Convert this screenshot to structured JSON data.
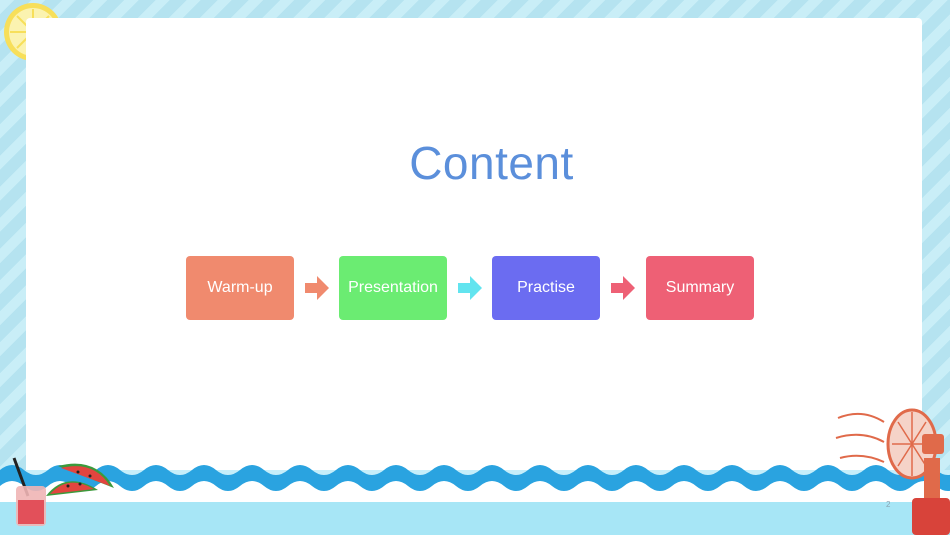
{
  "slide": {
    "title": "Content",
    "page_number": "2"
  },
  "flow": {
    "steps": [
      {
        "label": "Warm-up",
        "color": "#f08a6e"
      },
      {
        "label": "Presentation",
        "color": "#6bec72"
      },
      {
        "label": "Practise",
        "color": "#6b6cf1"
      },
      {
        "label": "Summary",
        "color": "#ee6075"
      }
    ],
    "arrows": [
      {
        "color": "#f08a6e"
      },
      {
        "color": "#62e4ef"
      },
      {
        "color": "#ee6075"
      }
    ]
  },
  "theme": {
    "background": "#bfe9f4",
    "title_color": "#5b8fdb",
    "wave_color": "#2aa3e0"
  },
  "decorations": [
    "lemon-slice-icon",
    "electric-fan-icon",
    "watermelon-drink-icon"
  ]
}
